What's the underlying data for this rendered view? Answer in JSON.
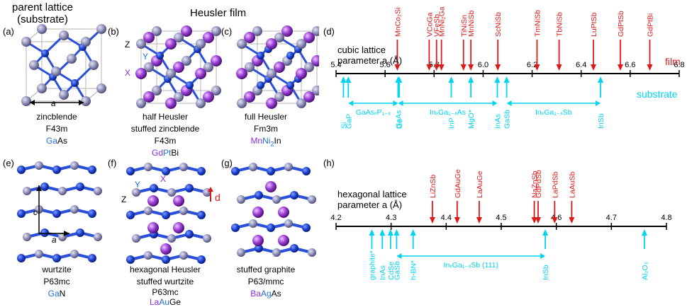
{
  "header": {
    "parent_title": "parent lattice\n(substrate)",
    "heusler_title": "Heusler film"
  },
  "panels": {
    "a": {
      "label": "(a)",
      "caption": "zincblende",
      "spacegroup": "F43m",
      "formula": [
        {
          "t": "Ga",
          "c": "blue"
        },
        {
          "t": "As",
          "c": "black"
        }
      ],
      "axis_label": "a"
    },
    "b": {
      "label": "(b)",
      "caption1": "half Heusler",
      "caption2": "stuffed zincblende",
      "spacegroup": "F43m",
      "formula": [
        {
          "t": "Gd",
          "c": "purple"
        },
        {
          "t": "Pt",
          "c": "blue"
        },
        {
          "t": "Bi",
          "c": "black"
        }
      ],
      "z": "Z",
      "y": "Y",
      "x": "X"
    },
    "c": {
      "label": "(c)",
      "caption": "full Heusler",
      "spacegroup": "Fm3m",
      "formula": [
        {
          "t": "Mn",
          "c": "purple"
        },
        {
          "t": "Ni",
          "c": "blue"
        },
        {
          "t": "2",
          "c": "blue",
          "sub": true
        },
        {
          "t": "In",
          "c": "black"
        }
      ]
    },
    "e": {
      "label": "(e)",
      "caption": "wurtzite",
      "spacegroup": "P63mc",
      "formula": [
        {
          "t": "Ga",
          "c": "blue"
        },
        {
          "t": "N",
          "c": "black"
        }
      ],
      "c_label": "c",
      "a_label": "a"
    },
    "f": {
      "label": "(f)",
      "caption1": "hexagonal Heusler",
      "caption2": "stuffed wurtzite",
      "spacegroup": "P63mc",
      "formula": [
        {
          "t": "La",
          "c": "purple"
        },
        {
          "t": "Au",
          "c": "blue"
        },
        {
          "t": "Ge",
          "c": "black"
        }
      ],
      "z": "Z",
      "y": "Y",
      "x": "X",
      "d": "d"
    },
    "g": {
      "label": "(g)",
      "caption": "stuffed graphite",
      "spacegroup": "P63/mmc",
      "formula": [
        {
          "t": "Ba",
          "c": "purple"
        },
        {
          "t": "Ag",
          "c": "blue"
        },
        {
          "t": "As",
          "c": "black"
        }
      ]
    }
  },
  "cubic_chart": {
    "label": "(d)",
    "ylabel1": "cubic lattice",
    "ylabel2": "parameter a (Å)",
    "xmin": 5.4,
    "xmax": 6.8,
    "ticks": [
      "5.4",
      "5.6",
      "5.8",
      "6.0",
      "6.2",
      "6.4",
      "6.6",
      "6.8"
    ],
    "film_label": "film",
    "substrate_label": "substrate",
    "films": [
      {
        "name": "MnCo₂Si",
        "x": 5.65
      },
      {
        "name": "VCoGa",
        "x": 5.78
      },
      {
        "name": "VFeSb",
        "x": 5.81
      },
      {
        "name": "MnNi₂Ga",
        "x": 5.83
      },
      {
        "name": "TiNiSn",
        "x": 5.92
      },
      {
        "name": "MnNiSb",
        "x": 5.95
      },
      {
        "name": "ScNiSb",
        "x": 6.06
      },
      {
        "name": "TmNiSb",
        "x": 6.22
      },
      {
        "name": "TbNiSb",
        "x": 6.31
      },
      {
        "name": "LuPtSb",
        "x": 6.45
      },
      {
        "name": "GdPtSb",
        "x": 6.56
      },
      {
        "name": "GdPtBi",
        "x": 6.68
      }
    ],
    "substrates": [
      {
        "name": "GaP",
        "x": 5.45
      },
      {
        "name": "Si",
        "x": 5.43
      },
      {
        "name": "GaAs",
        "x": 5.653
      },
      {
        "name": "Ge",
        "x": 5.658
      },
      {
        "name": "InP",
        "x": 5.87
      },
      {
        "name": "MgO*",
        "x": 5.95
      },
      {
        "name": "InAs",
        "x": 6.058
      },
      {
        "name": "GaSb",
        "x": 6.096
      },
      {
        "name": "InSb",
        "x": 6.479
      }
    ],
    "ranges": [
      {
        "label": "GaAsₓP₁₋ₓ",
        "from": 5.45,
        "to": 5.653
      },
      {
        "label": "InₓGa₁₋ₓAs",
        "from": 5.653,
        "to": 6.058
      },
      {
        "label": "InₓGa₁₋ₓSb",
        "from": 6.096,
        "to": 6.479
      }
    ]
  },
  "hex_chart": {
    "label": "(h)",
    "ylabel1": "hexagonal lattice",
    "ylabel2": "parameter a (Å)",
    "xmin": 4.2,
    "xmax": 4.8,
    "ticks": [
      "4.2",
      "4.3",
      "4.4",
      "4.5",
      "4.6",
      "4.7",
      "4.8"
    ],
    "films": [
      {
        "name": "LiZnSb",
        "x": 4.375
      },
      {
        "name": "GdAuGe",
        "x": 4.42
      },
      {
        "name": "LaAuGe",
        "x": 4.46
      },
      {
        "name": "NaZnSb",
        "x": 4.56
      },
      {
        "name": "GdPdSb",
        "x": 4.567
      },
      {
        "name": "LaPdSb",
        "x": 4.597
      },
      {
        "name": "LaAuSb",
        "x": 4.628
      }
    ],
    "substrates": [
      {
        "name": "graphite*",
        "x": 4.265
      },
      {
        "name": "InAs",
        "x": 4.284
      },
      {
        "name": "CdSe",
        "x": 4.299
      },
      {
        "name": "GaSb",
        "x": 4.31
      },
      {
        "name": "h-BN*",
        "x": 4.34
      },
      {
        "name": "InSb",
        "x": 4.58
      },
      {
        "name": "Al₂O₃",
        "x": 4.76
      }
    ],
    "ranges": [
      {
        "label": "InₓGa₁₋ₓSb (111)",
        "from": 4.31,
        "to": 4.58
      }
    ]
  },
  "colors": {
    "film": "#dd1a1a",
    "substrate": "#00d4f0",
    "atom_blue": "#1a3fd0",
    "atom_grey": "#8e8fb8",
    "atom_purple": "#9a3fd6"
  }
}
